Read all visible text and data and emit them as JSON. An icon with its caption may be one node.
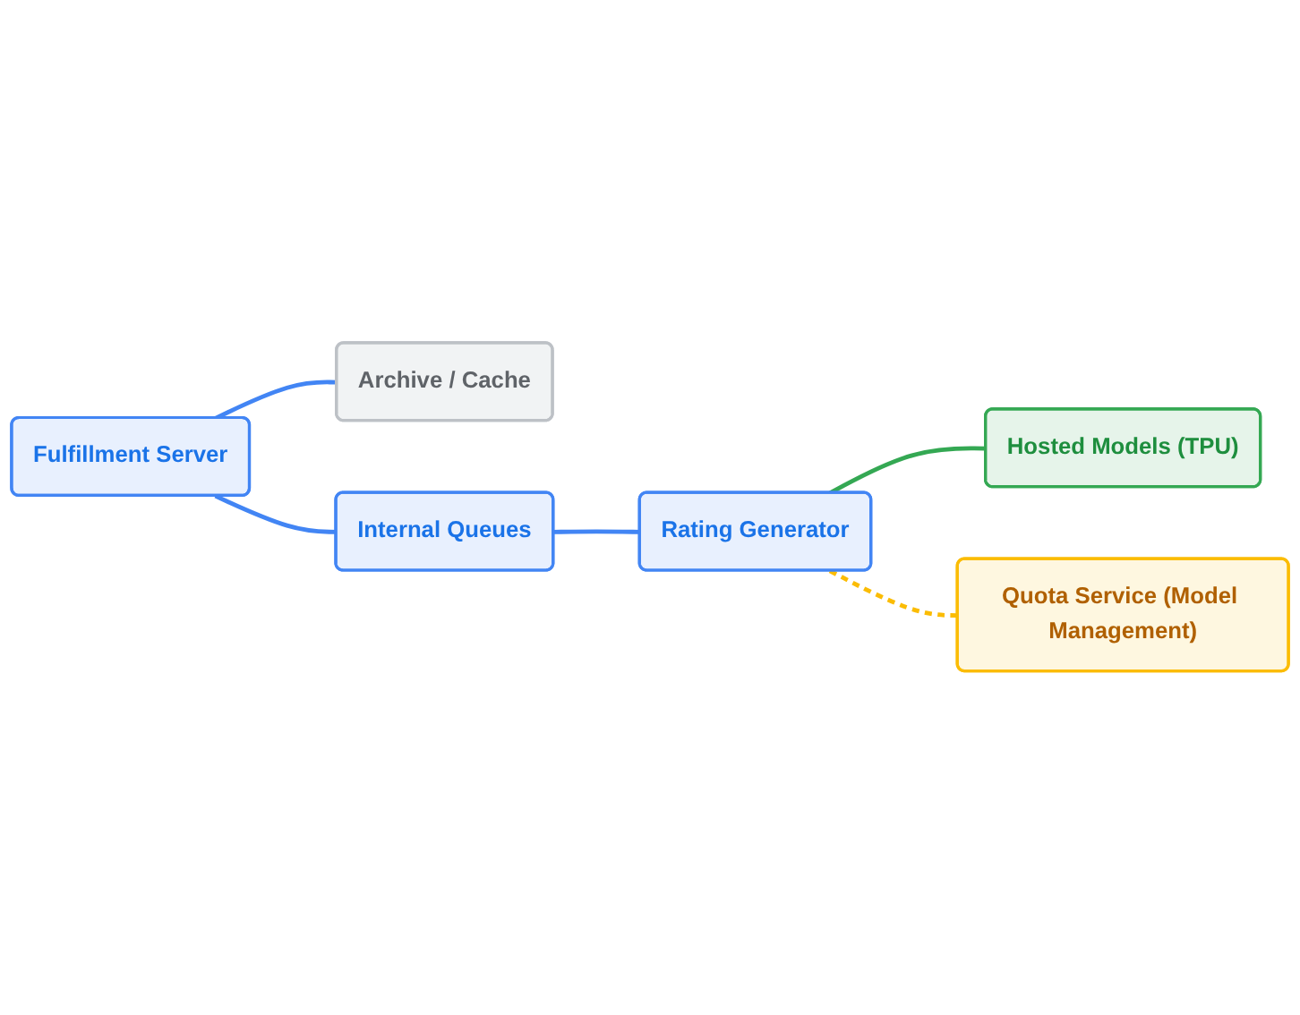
{
  "diagram": {
    "nodes": [
      {
        "text": [
          "Fulfillment Server"
        ]
      },
      {
        "text": [
          "Archive / Cache"
        ]
      },
      {
        "text": [
          "Internal Queues"
        ]
      },
      {
        "text": [
          "Rating Generator"
        ]
      },
      {
        "text": [
          "Hosted Models (TPU)"
        ]
      },
      {
        "text": [
          "Quota Service (Model Management)"
        ]
      }
    ],
    "edges": [
      {
        "from": 0,
        "to": 1,
        "arrow": "none"
      },
      {
        "from": 0,
        "to": 2,
        "arrow": "none"
      },
      {
        "from": 2,
        "to": 3,
        "arrow": "none"
      },
      {
        "from": 3,
        "to": 4,
        "arrow": "none",
        "color": "#34a853"
      },
      {
        "from": 3,
        "to": 5,
        "arrow": "none",
        "style": "dashed",
        "color": "#fbbc04"
      }
    ]
  }
}
